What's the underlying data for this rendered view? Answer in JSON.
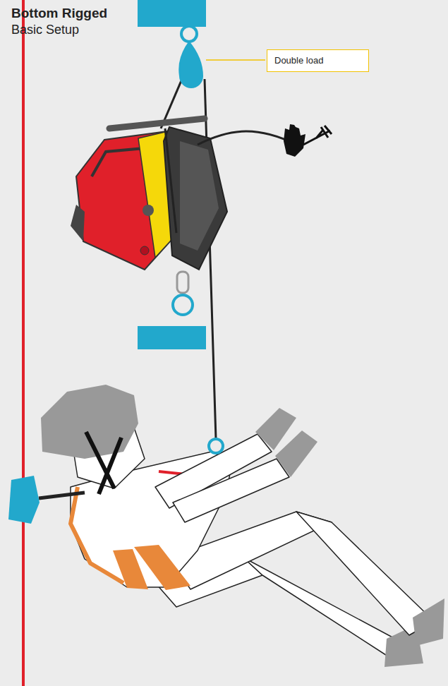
{
  "diagram": {
    "title": "Bottom Rigged",
    "nodes": [
      {
        "text": [
          "Double load"
        ]
      }
    ],
    "labels": [
      "Basic Setup"
    ]
  }
}
